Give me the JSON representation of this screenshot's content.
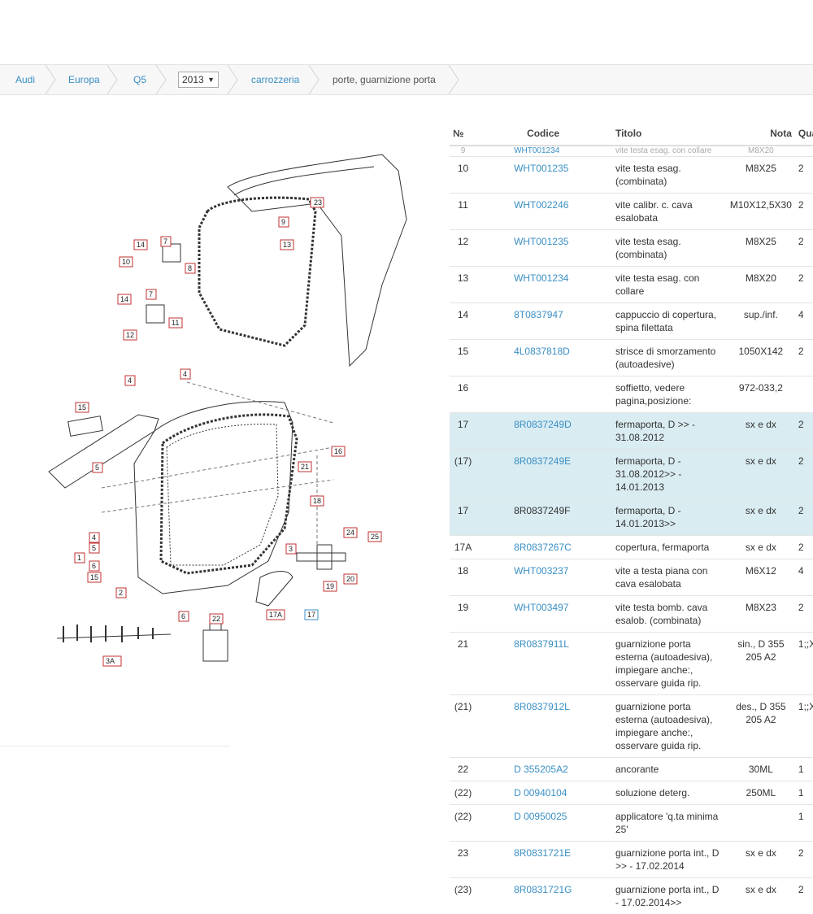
{
  "breadcrumb": {
    "items": [
      "Audi",
      "Europa",
      "Q5"
    ],
    "year": "2013",
    "section": "carrozzeria",
    "current": "porte, guarnizione porta"
  },
  "table": {
    "headers": [
      "№",
      "Codice",
      "Titolo",
      "Nota",
      "Qua"
    ],
    "partial_row": {
      "no": "9",
      "code": "WHT001234",
      "title": "vite testa esag. con collare",
      "nota": "M8X20"
    },
    "rows": [
      {
        "no": "10",
        "code": "WHT001235",
        "title": "vite testa esag. (combinata)",
        "nota": "M8X25",
        "qty": "2",
        "link": true
      },
      {
        "no": "11",
        "code": "WHT002246",
        "title": "vite calibr. c. cava esalobata",
        "nota": "M10X12,5X30",
        "qty": "2",
        "link": true
      },
      {
        "no": "12",
        "code": "WHT001235",
        "title": "vite testa esag. (combinata)",
        "nota": "M8X25",
        "qty": "2",
        "link": true
      },
      {
        "no": "13",
        "code": "WHT001234",
        "title": "vite testa esag. con collare",
        "nota": "M8X20",
        "qty": "2",
        "link": true
      },
      {
        "no": "14",
        "code": "8T0837947",
        "title": "cappuccio di copertura, spina filettata",
        "nota": "sup./inf.",
        "qty": "4",
        "link": true
      },
      {
        "no": "15",
        "code": "4L0837818D",
        "title": "strisce di smorzamento (autoadesive)",
        "nota": "1050X142",
        "qty": "2",
        "link": true
      },
      {
        "no": "16",
        "code": "",
        "title": "soffietto, vedere pagina,posizione:",
        "nota": "972-033,2",
        "qty": "",
        "link": false
      },
      {
        "no": "17",
        "code": "8R0837249D",
        "title": "fermaporta, D >> - 31.08.2012",
        "nota": "sx e dx",
        "qty": "2",
        "link": true,
        "hl": true
      },
      {
        "no": "(17)",
        "code": "8R0837249E",
        "title": "fermaporta, D - 31.08.2012>> - 14.01.2013",
        "nota": "sx e dx",
        "qty": "2",
        "link": true,
        "hl": true
      },
      {
        "no": "17",
        "code": "8R0837249F",
        "title": "fermaporta, D - 14.01.2013>>",
        "nota": "sx e dx",
        "qty": "2",
        "link": false,
        "hl": true
      },
      {
        "no": "17A",
        "code": "8R0837267C",
        "title": "copertura, fermaporta",
        "nota": "sx e dx",
        "qty": "2",
        "link": true
      },
      {
        "no": "18",
        "code": "WHT003237",
        "title": "vite a testa piana con cava esalobata",
        "nota": "M6X12",
        "qty": "4",
        "link": true
      },
      {
        "no": "19",
        "code": "WHT003497",
        "title": "vite testa bomb. cava esalob. (combinata)",
        "nota": "M8X23",
        "qty": "2",
        "link": true
      },
      {
        "no": "21",
        "code": "8R0837911L",
        "title": "guarnizione porta esterna (autoadesiva), impiegare anche:, osservare guida rip.",
        "nota": "sin., D 355 205 A2",
        "qty": "1;;X",
        "link": true
      },
      {
        "no": "(21)",
        "code": "8R0837912L",
        "title": "guarnizione porta esterna (autoadesiva), impiegare anche:, osservare guida rip.",
        "nota": "des., D 355 205 A2",
        "qty": "1;;X",
        "link": true
      },
      {
        "no": "22",
        "code": "D 355205A2",
        "title": "ancorante",
        "nota": "30ML",
        "qty": "1",
        "link": true
      },
      {
        "no": "(22)",
        "code": "D 00940104",
        "title": "soluzione deterg.",
        "nota": "250ML",
        "qty": "1",
        "link": true
      },
      {
        "no": "(22)",
        "code": "D 00950025",
        "title": "applicatore 'q.ta minima 25'",
        "nota": "",
        "qty": "1",
        "link": true
      },
      {
        "no": "23",
        "code": "8R0831721E",
        "title": "guarnizione porta int., D >> - 17.02.2014",
        "nota": "sx e dx",
        "qty": "2",
        "link": true
      },
      {
        "no": "(23)",
        "code": "8R0831721G",
        "title": "guarnizione porta int., D - 17.02.2014>>",
        "nota": "sx e dx",
        "qty": "2",
        "link": true
      }
    ]
  },
  "diagram": {
    "labels": [
      "23",
      "9",
      "13",
      "14",
      "7",
      "10",
      "8",
      "14",
      "7",
      "12",
      "11",
      "4",
      "4",
      "15",
      "5",
      "16",
      "21",
      "18",
      "24",
      "25",
      "4",
      "5",
      "1",
      "6",
      "15",
      "3",
      "19",
      "20",
      "2",
      "6",
      "17A",
      "17",
      "22",
      "3A"
    ]
  },
  "colors": {
    "link": "#3a8fc4",
    "highlight": "#d9ecf2",
    "callout": "#c03030"
  }
}
